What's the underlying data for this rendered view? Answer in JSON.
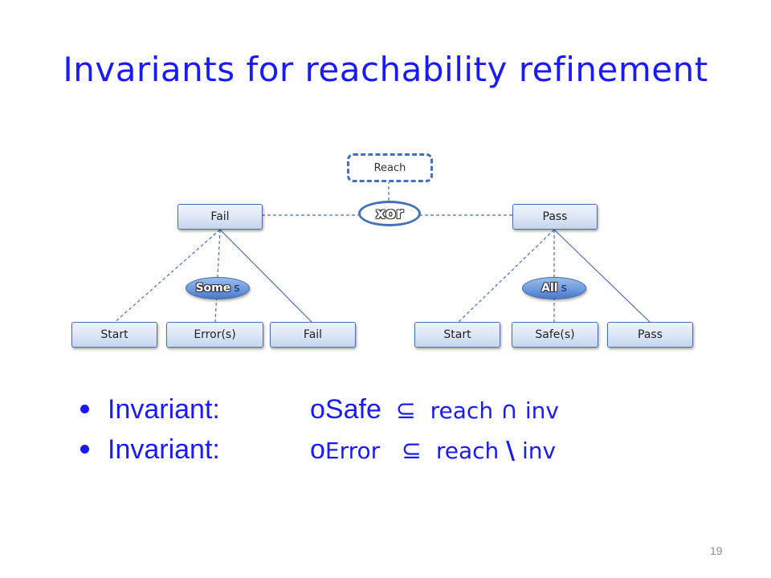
{
  "title": "Invariants for reachability refinement",
  "diagram": {
    "root": "Reach",
    "junction": "xor",
    "left": {
      "label": "Fail",
      "quantifier_keyword": "Some",
      "quantifier_var": "s",
      "children": [
        "Start",
        "Error(s)",
        "Fail"
      ]
    },
    "right": {
      "label": "Pass",
      "quantifier_keyword": "All",
      "quantifier_var": "s",
      "children": [
        "Start",
        "Safe(s)",
        "Pass"
      ]
    }
  },
  "invariants": [
    {
      "label": "Invariant:",
      "lhs_prefix": "o",
      "lhs": "Safe",
      "subset": "⊆",
      "rhs_a": "reach",
      "op": "∩",
      "rhs_b": "inv"
    },
    {
      "label": "Invariant:",
      "lhs_prefix": "o",
      "lhs": "Error",
      "subset": "⊆",
      "rhs_a": "reach",
      "op": "\\",
      "rhs_b": "inv"
    }
  ],
  "page_number": "19",
  "colors": {
    "title": "#1a1aff",
    "node_border": "#4a6fb0",
    "quantifier_fill": "#6d9ae0"
  }
}
